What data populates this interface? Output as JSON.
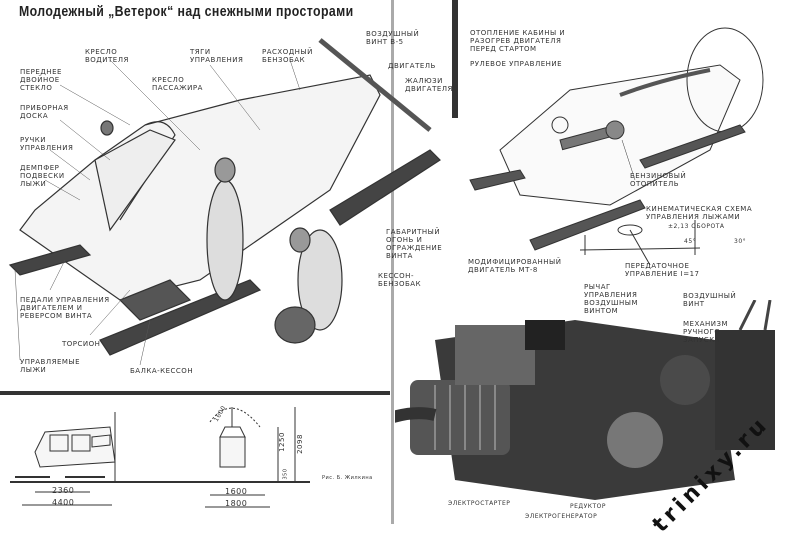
{
  "title": "Молодежный „Ветерок“ над снежными просторами",
  "main_labels": {
    "front_glass": "Переднее\nдвойное\nстекло",
    "driver_seat": "Кресло\nводителя",
    "control_rods": "Тяги\nуправления",
    "fuel_tank": "Расходный\nбензобак",
    "propeller": "Воздушный\nвинт В-5",
    "passenger_seat": "Кресло\nпассажира",
    "engine": "Двигатель",
    "engine_louvres": "Жалюзи\nдвигателя",
    "dashboard": "Приборная\nдоска",
    "control_handles": "Ручки\nуправления",
    "damper": "Демпфер\nподвески\nлыжи",
    "clearance_light": "Габаритный\nогонь и\nограждение\nвинта",
    "caisson_tank": "Кессон-\nбензобак",
    "pedals": "Педали управления\nдвигателем и\nреверсом винта",
    "torsion": "Торсион",
    "steerable_skis": "Управляемые\nлыжи",
    "beam_caisson": "Балка-кессон"
  },
  "right_labels": {
    "heating": "Отопление кабины и\nразогрев двигателя\nперед стартом",
    "steering": "Рулевое управление",
    "heater": "Бензиновый\nотопитель",
    "kinematic": "Кинематическая схема\nуправления лыжами",
    "turns": "±2,13 оборота",
    "angle1": "45°",
    "angle2": "30°",
    "gear": "Передаточное\nуправление i=17",
    "engine_title": "Модифицированный\nдвигатель МТ-8",
    "prop_lever": "Рычаг\nуправления\nвоздушным\nвинтом",
    "prop": "Воздушный\nвинт",
    "hand_start": "Механизм\nручного\nзапуска",
    "starter": "Электростартер",
    "reducer": "Редуктор",
    "generator": "Электрогенератор"
  },
  "dimensions": {
    "wheelbase": "2360",
    "length": "4400",
    "track": "1600",
    "width": "1800",
    "prop_dia": "1600",
    "body_height": "1250",
    "total_height": "2098",
    "clearance": "350"
  },
  "credit": "Рис. Б. Жилкина",
  "watermark": "trinixy.ru"
}
